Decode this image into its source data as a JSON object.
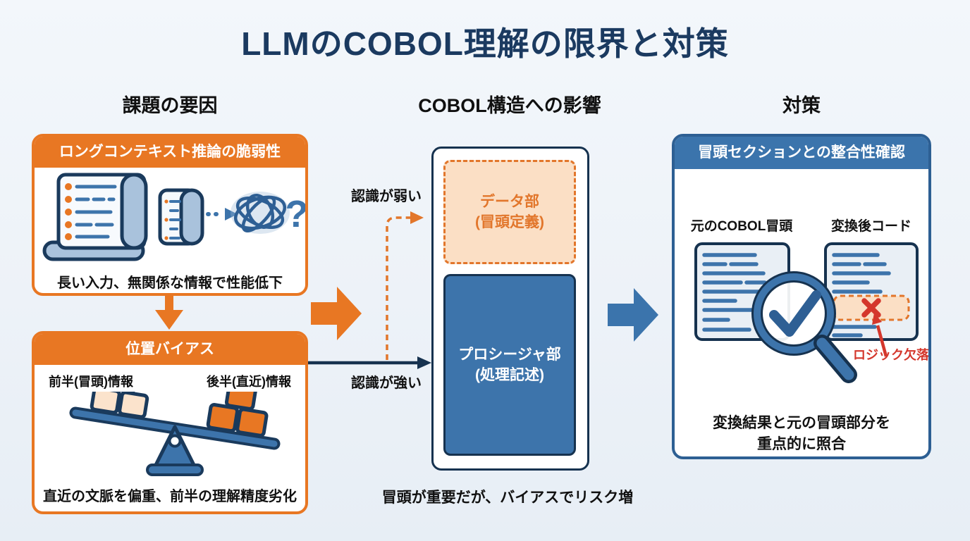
{
  "title": "LLMのCOBOL理解の限界と対策",
  "column_headers": {
    "causes": "課題の要因",
    "impact": "COBOL構造への影響",
    "countermeasure": "対策"
  },
  "long_context_box": {
    "header": "ロングコンテキスト推論の脆弱性",
    "question_mark": "?",
    "caption": "長い入力、無関係な情報で性能低下"
  },
  "position_bias_box": {
    "header": "位置バイアス",
    "left_label": "前半(冒頭)情報",
    "right_label": "後半(直近)情報",
    "caption": "直近の文脈を偏重、前半の理解精度劣化"
  },
  "cobol_structure": {
    "weak_label": "認識が弱い",
    "strong_label": "認識が強い",
    "data_division": {
      "line1": "データ部",
      "line2": "(冒頭定義)"
    },
    "procedure_division": {
      "line1": "プロシージャ部",
      "line2": "(処理記述)"
    },
    "caption": "冒頭が重要だが、バイアスでリスク増"
  },
  "countermeasure_box": {
    "header": "冒頭セクションとの整合性確認",
    "original_label": "元のCOBOL冒頭",
    "converted_label": "変換後コード",
    "missing_logic": "ロジック欠落",
    "caption_line1": "変換結果と元の冒頭部分を",
    "caption_line2": "重点的に照合"
  },
  "colors": {
    "orange": "#E87723",
    "blue": "#3B74AC",
    "navy": "#16324F",
    "red": "#D4372C",
    "peach_fill": "#FBDFC5",
    "title_navy": "#1B3A60"
  }
}
